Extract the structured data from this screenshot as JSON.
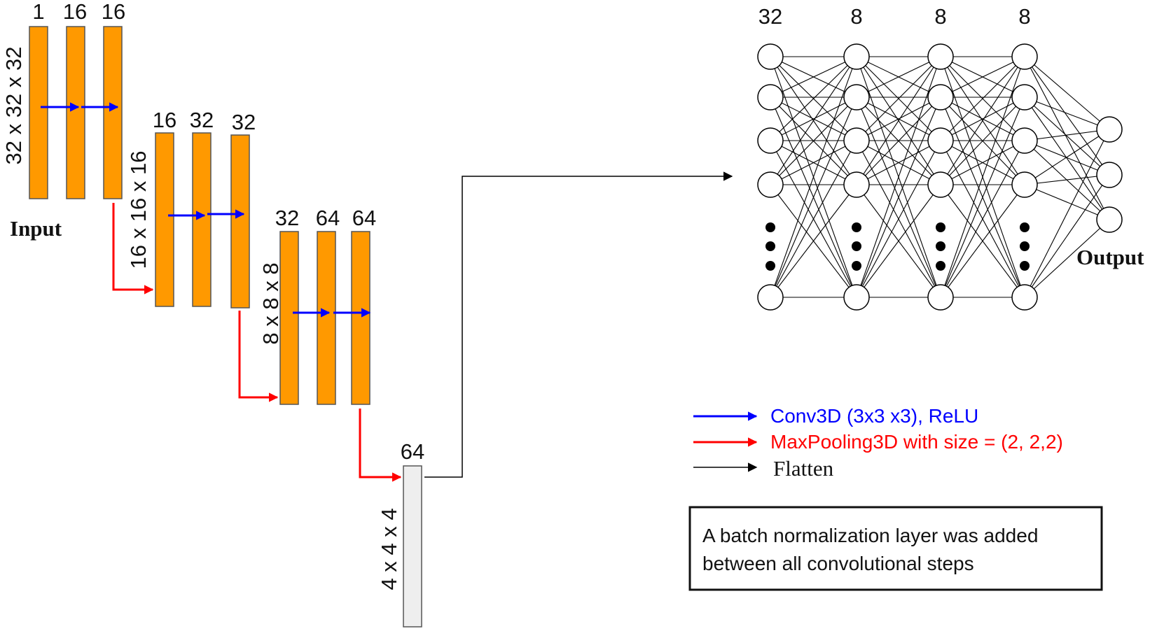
{
  "colors": {
    "feature_map": "#ff9900",
    "flatten_map": "#eeeeee",
    "conv_arrow": "#0000ff",
    "pool_arrow": "#ff0000",
    "flatten_arrow": "#000000"
  },
  "input_label": "Input",
  "output_label": "Output",
  "stages": [
    {
      "size_label": "32 x 32 x 32",
      "channels": [
        "1",
        "16",
        "16"
      ]
    },
    {
      "size_label": "16 x 16 x 16",
      "channels": [
        "16",
        "32",
        "32"
      ]
    },
    {
      "size_label": "8 x 8 x 8",
      "channels": [
        "32",
        "64",
        "64"
      ]
    },
    {
      "size_label": "4 x 4 x 4",
      "channels": [
        "64"
      ]
    }
  ],
  "dense_layers": [
    {
      "units": "32"
    },
    {
      "units": "8"
    },
    {
      "units": "8"
    },
    {
      "units": "8"
    }
  ],
  "legend": [
    {
      "label": "Conv3D (3x3 x3), ReLU",
      "color": "#0000ff"
    },
    {
      "label": "MaxPooling3D with size = (2, 2,2)",
      "color": "#ff0000"
    },
    {
      "label": "Flatten",
      "color": "#000000"
    }
  ],
  "note": {
    "line1": "A batch normalization layer was added",
    "line2": "between  all convolutional steps"
  }
}
